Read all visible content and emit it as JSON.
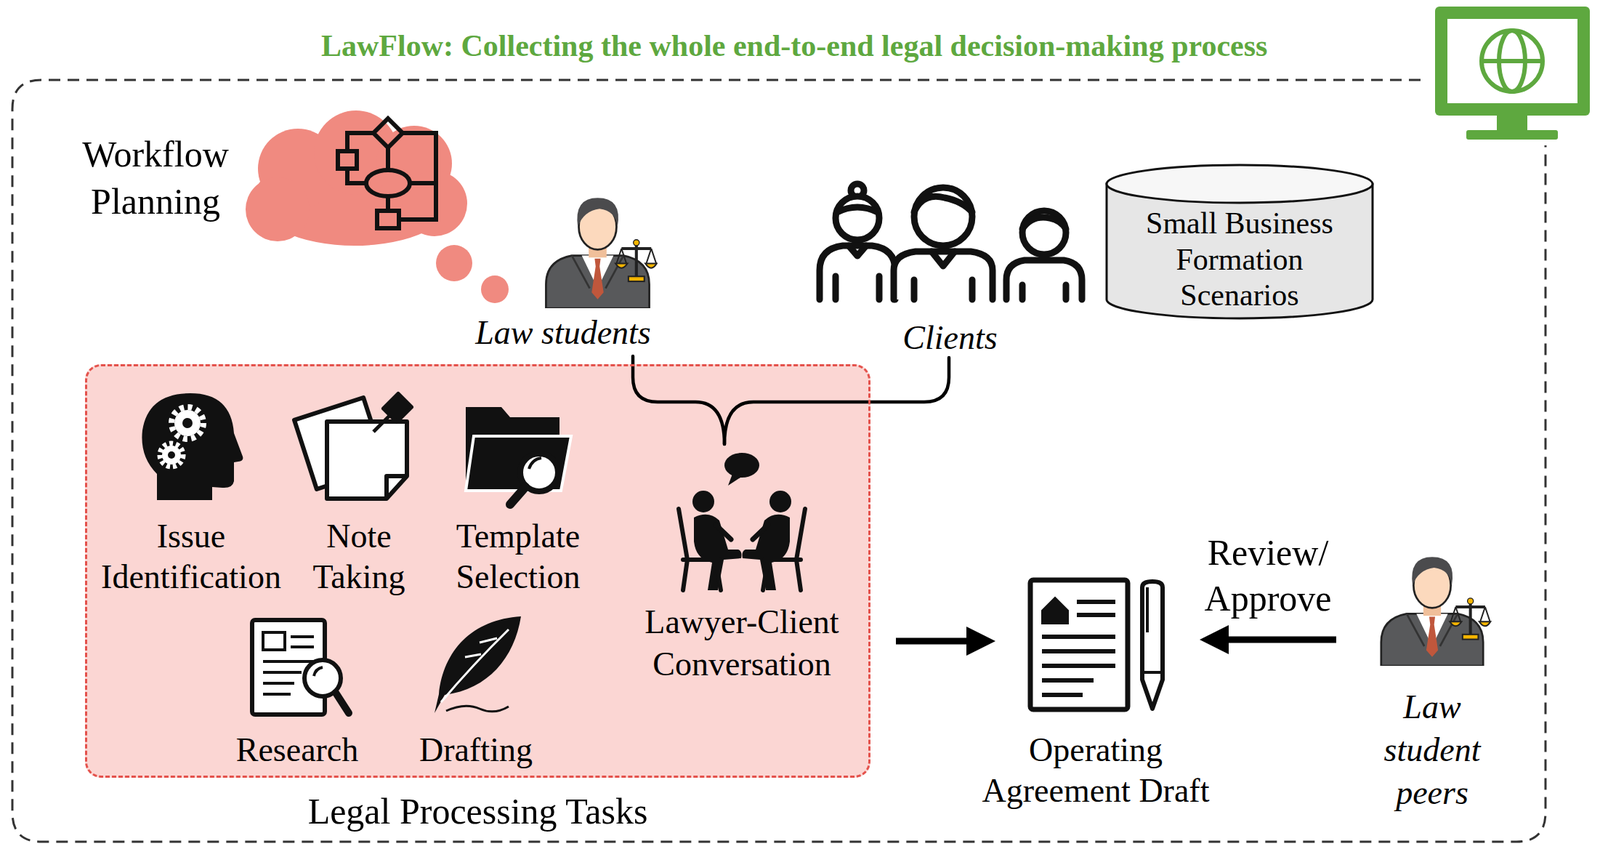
{
  "diagram": {
    "title": "LawFlow: Collecting the whole end-to-end legal decision-making process",
    "nodes": [
      {
        "text": [
          "Law students"
        ]
      },
      {
        "text": [
          "Clients"
        ]
      },
      {
        "text": [
          "Small Business Formation Scenarios"
        ]
      },
      {
        "text": [
          "Legal Processing Tasks"
        ]
      },
      {
        "text": [
          "Issue Identification"
        ],
        "in": 3
      },
      {
        "text": [
          "Note Taking"
        ],
        "in": 3
      },
      {
        "text": [
          "Template Selection"
        ],
        "in": 3
      },
      {
        "text": [
          "Research"
        ],
        "in": 3
      },
      {
        "text": [
          "Drafting"
        ],
        "in": 3
      },
      {
        "text": [
          "Lawyer-Client Conversation"
        ],
        "in": 3
      },
      {
        "text": [
          "Operating Agreement Draft"
        ]
      },
      {
        "text": [
          "Law student peers"
        ]
      }
    ],
    "edges": [
      {
        "from": 0,
        "to": 9,
        "arrow": "none"
      },
      {
        "from": 1,
        "to": 9,
        "arrow": "none"
      },
      {
        "from": 3,
        "to": 10,
        "arrow": "to"
      },
      {
        "from": 11,
        "to": 10,
        "label": "Review/ Approve",
        "arrow": "to"
      }
    ],
    "labels": [
      "Workflow Planning"
    ]
  }
}
